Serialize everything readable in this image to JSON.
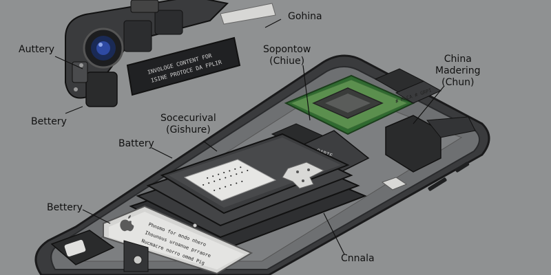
{
  "labels": {
    "top_right": "Gohina",
    "left_top": "Auttery",
    "left_mid": "Bettery",
    "soc_main": "Sopontow",
    "soc_sub": "(Chiue)",
    "right_main": "China",
    "right_line2": "Madering",
    "right_sub": "(Chun)",
    "center_main": "Socecurival",
    "center_sub": "(Gishure)",
    "battery_label": "Battery",
    "left_bottom": "Bettery",
    "bottom": "Cnnala"
  },
  "components": {
    "camera_strip_text_1": "INVOLOGE CONTENT FOR",
    "camera_strip_text_2": "ISINE PROTOCE DA FPLIR",
    "battery_sticker_line_1": "• • • •  • • •",
    "battery_sticker_line_2": "• • • • • • • • •",
    "battery_sticker_line_3": "• • • • • •",
    "bottom_cell_line_1": "Phnomo for  mndo nhero",
    "bottom_cell_line_2": "Ihounous uroanue prraore",
    "bottom_cell_line_3": "Nucmacre norro ommd Pig",
    "flex_text": "# MLCA  #  GRPI"
  },
  "colors": {
    "background": "#8f9192",
    "chassis": "#2a2b2d",
    "soc_board": "#3f7a3e",
    "sticker": "#e6e6e4"
  }
}
